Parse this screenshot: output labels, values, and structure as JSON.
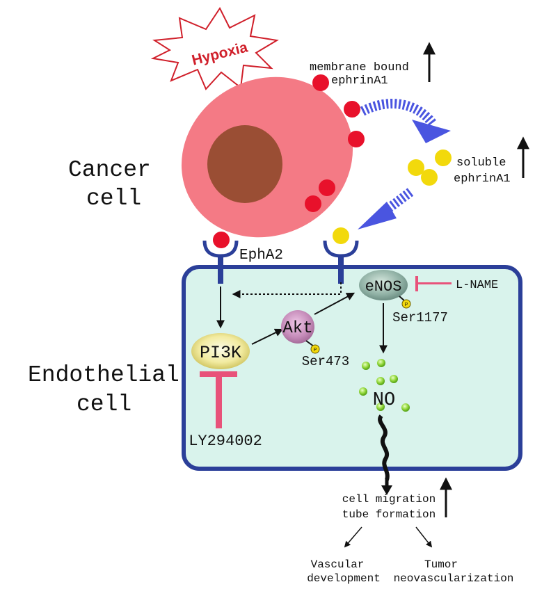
{
  "labels": {
    "hypoxia": "Hypoxia",
    "membrane_bound_line1": "membrane bound",
    "membrane_bound_line2": "ephrinA1",
    "cancer_cell_line1": "Cancer",
    "cancer_cell_line2": "cell",
    "soluble_line1": "soluble",
    "soluble_line2": "ephrinA1",
    "epha2": "EphA2",
    "enos": "eNOS",
    "l_name": "L-NAME",
    "ser1177": "Ser1177",
    "akt": "Akt",
    "ser473": "Ser473",
    "pi3k": "PI3K",
    "phospho": "P",
    "endothelial_line1": "Endothelial",
    "endothelial_line2": "cell",
    "no": "NO",
    "ly294002": "LY294002",
    "migration_line1": "cell migration",
    "migration_line2": "tube formation",
    "vascular_line1": "Vascular",
    "vascular_line2": "development",
    "tumor_line1": "Tumor",
    "tumor_line2": "neovascularization"
  },
  "colors": {
    "cancer_cell": "#f47a85",
    "nucleus": "#9a4e34",
    "ephrin_bound": "#e8112b",
    "ephrin_soluble": "#f2d90c",
    "endothelial_fill": "#d9f3ec",
    "endothelial_border": "#2b3f99",
    "blue_arrow": "#4a55e0",
    "inhibitor": "#e8527a",
    "hypoxia": "#d01f2a",
    "no_dot": "#7fcc2a"
  }
}
